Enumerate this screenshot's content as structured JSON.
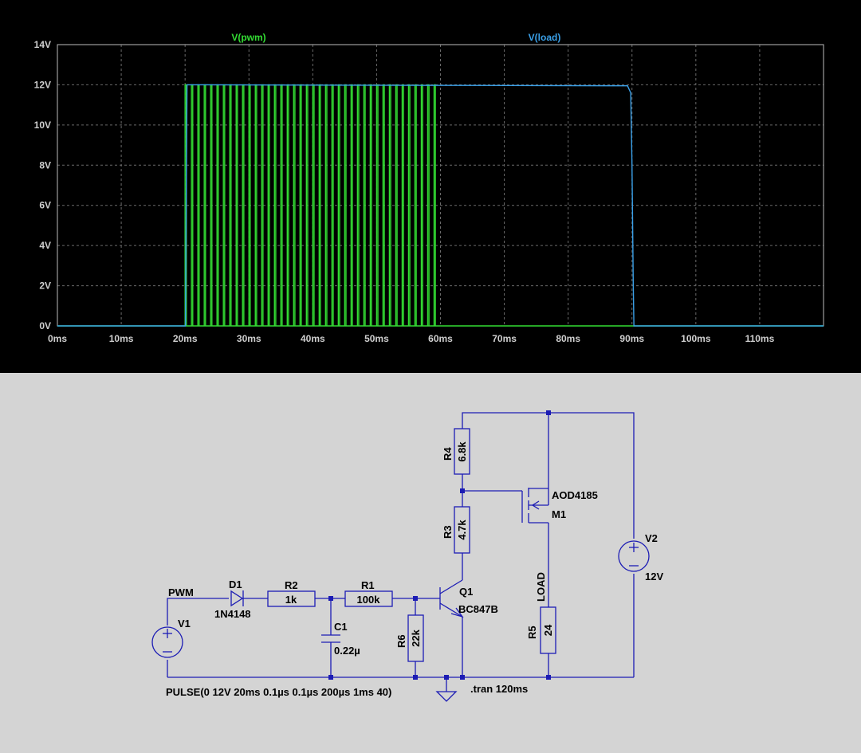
{
  "chart_data": {
    "type": "line",
    "series": [
      {
        "name": "V(pwm)",
        "color": "#33dd33",
        "description_pulse": {
          "v_low": 0,
          "v_high": 12,
          "delay_ms": 20,
          "on_ms": 0.2,
          "period_ms": 1,
          "cycles": 40
        }
      },
      {
        "name": "V(load)",
        "color": "#3aa0e8",
        "x": [
          0,
          20.05,
          20.3,
          89.3,
          89.8,
          90.0,
          90.2,
          90.3,
          120
        ],
        "values": [
          0,
          0,
          12,
          11.95,
          11.6,
          8,
          2,
          0,
          0
        ]
      }
    ],
    "x_unit": "ms",
    "y_unit": "V",
    "xlim": [
      0,
      120
    ],
    "ylim": [
      0,
      14
    ],
    "x_ticks": [
      "0ms",
      "10ms",
      "20ms",
      "30ms",
      "40ms",
      "50ms",
      "60ms",
      "70ms",
      "80ms",
      "90ms",
      "100ms",
      "110ms"
    ],
    "y_ticks": [
      "0V",
      "2V",
      "4V",
      "6V",
      "8V",
      "10V",
      "12V",
      "14V"
    ],
    "grid": true
  },
  "schematic": {
    "net_pwm": "PWM",
    "v1": {
      "name": "V1",
      "directive": "PULSE(0 12V 20ms 0.1µs 0.1µs 200µs 1ms 40)"
    },
    "d1": {
      "name": "D1",
      "value": "1N4148"
    },
    "r2": {
      "name": "R2",
      "value": "1k"
    },
    "r1": {
      "name": "R1",
      "value": "100k"
    },
    "c1": {
      "name": "C1",
      "value": "0.22µ"
    },
    "r6": {
      "name": "R6",
      "value": "22k"
    },
    "q1": {
      "name": "Q1",
      "value": "BC847B"
    },
    "r3": {
      "name": "R3",
      "value": "4.7k"
    },
    "r4": {
      "name": "R4",
      "value": "6.8k"
    },
    "m1": {
      "name": "M1",
      "value": "AOD4185"
    },
    "load_net": "LOAD",
    "r5": {
      "name": "R5",
      "value": "24"
    },
    "v2": {
      "name": "V2",
      "value": "12V"
    },
    "tran": ".tran 120ms"
  }
}
